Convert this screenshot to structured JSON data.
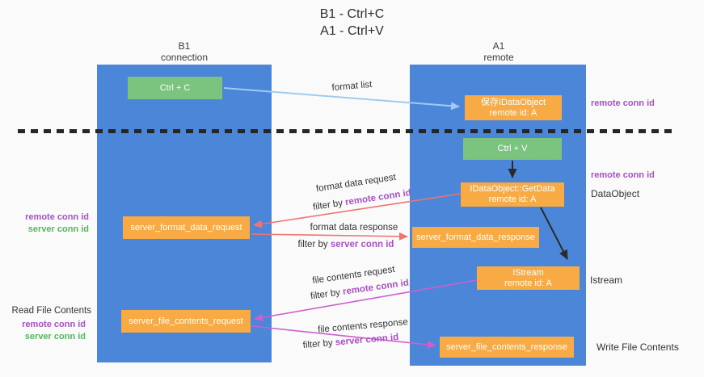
{
  "title": {
    "line1": "B1 - Ctrl+C",
    "line2": "A1 - Ctrl+V"
  },
  "lifelines": {
    "left": {
      "name": "B1",
      "role": "connection"
    },
    "right": {
      "name": "A1",
      "role": "remote"
    }
  },
  "nodes": {
    "ctrl_c": {
      "label": "Ctrl + C"
    },
    "ctrl_v": {
      "label": "Ctrl + V"
    },
    "save_dataobject": {
      "line1": "保存IDataObject",
      "line2": "remote id: A"
    },
    "getdata": {
      "line1": "IDataObject::GetData",
      "line2": "remote id: A"
    },
    "istream": {
      "line1": "IStream",
      "line2": "remote id: A"
    },
    "server_format_data_request": {
      "label": "server_format_data_request"
    },
    "server_format_data_response": {
      "label": "server_format_data_response"
    },
    "server_file_contents_request": {
      "label": "server_file_contents_request"
    },
    "server_file_contents_response": {
      "label": "server_file_contents_response"
    }
  },
  "flow_labels": {
    "format_list": "format list",
    "format_data_request": "format data request",
    "format_data_response": "format data response",
    "file_contents_request": "file contents request",
    "file_contents_response": "file contents response",
    "filter_by": "filter by ",
    "remote_conn_id": "remote conn id",
    "server_conn_id": "server conn id"
  },
  "side_labels": {
    "remote_conn_id": "remote conn id",
    "server_conn_id": "server conn id",
    "read_file_contents": "Read File Contents",
    "write_file_contents": "Write File Contents",
    "dataobject": "DataObject",
    "istream": "Istream"
  },
  "colors": {
    "lifeline_blue": "#4c86d8",
    "node_green": "#7ac47f",
    "node_orange": "#f8ab45",
    "arrow_blue": "#9fcbef",
    "arrow_red": "#ee7470",
    "arrow_magenta": "#cf5ece",
    "arrow_black": "#2b2b2b",
    "label_purple": "#aa50c8",
    "label_green": "#53b85c"
  }
}
